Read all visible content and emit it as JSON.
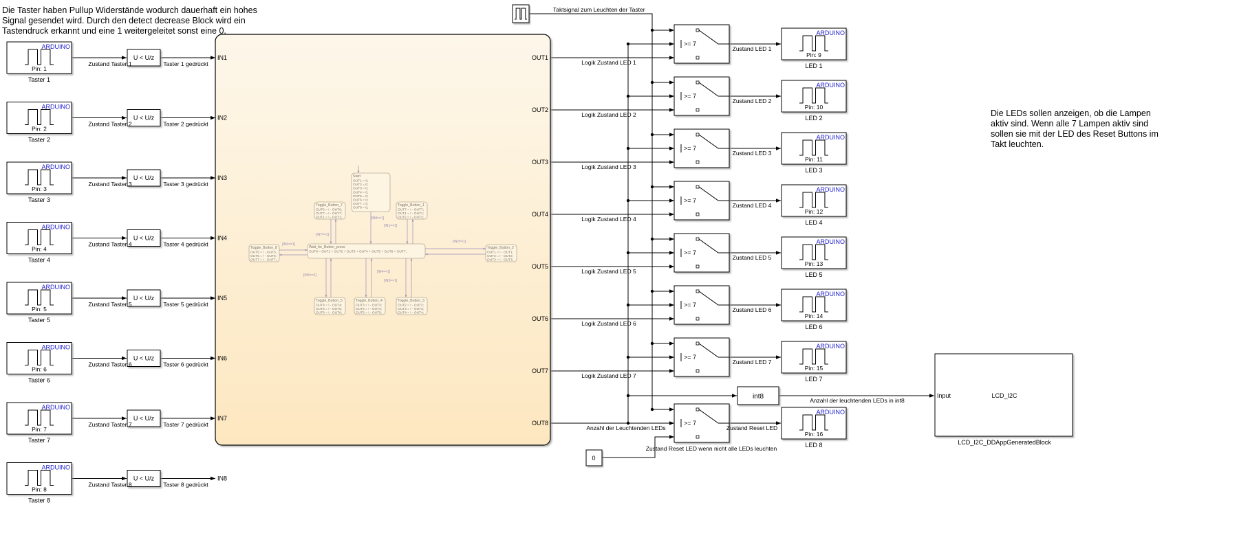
{
  "notes": {
    "top_left": [
      "Die Taster haben Pullup Widerstände wodurch dauerhaft ein hohes",
      "Signal gesendet wird. Durch den detect decrease Block wird ein",
      "Tastendruck erkannt und eine 1 weitergeleitet sonst eine 0."
    ],
    "right": [
      "Die LEDs sollen anzeigen, ob die Lampen",
      "aktiv sind. Wenn alle 7 Lampen aktiv sind",
      "sollen sie mit der LED des Reset Buttons im",
      "Takt leuchten."
    ]
  },
  "arduino_label": "ARDUINO",
  "buttons": [
    {
      "pin": "Pin: 1",
      "name": "Taster 1",
      "sig": "Zustand Taster 1",
      "cmp": "U < U/z",
      "out": "Taster 1 gedrückt",
      "port": "IN1"
    },
    {
      "pin": "Pin: 2",
      "name": "Taster 2",
      "sig": "Zustand Taster 2",
      "cmp": "U < U/z",
      "out": "Taster 2 gedrückt",
      "port": "IN2"
    },
    {
      "pin": "Pin: 3",
      "name": "Taster 3",
      "sig": "Zustand Taster 3",
      "cmp": "U < U/z",
      "out": "Taster 3 gedrückt",
      "port": "IN3"
    },
    {
      "pin": "Pin: 4",
      "name": "Taster 4",
      "sig": "Zustand Taster 4",
      "cmp": "U < U/z",
      "out": "Taster 4 gedrückt",
      "port": "IN4"
    },
    {
      "pin": "Pin: 5",
      "name": "Taster 5",
      "sig": "Zustand Taster 5",
      "cmp": "U < U/z",
      "out": "Taster 5 gedrückt",
      "port": "IN5"
    },
    {
      "pin": "Pin: 6",
      "name": "Taster 6",
      "sig": "Zustand Taster 6",
      "cmp": "U < U/z",
      "out": "Taster 6 gedrückt",
      "port": "IN6"
    },
    {
      "pin": "Pin: 7",
      "name": "Taster 7",
      "sig": "Zustand Taster 7",
      "cmp": "U < U/z",
      "out": "Taster 7 gedrückt",
      "port": "IN7"
    },
    {
      "pin": "Pin: 8",
      "name": "Taster 8",
      "sig": "Zustand Taster 8",
      "cmp": "U < U/z",
      "out": "Taster 8 gedrückt",
      "port": "IN8"
    }
  ],
  "outputs": [
    {
      "port": "OUT1",
      "logic": "Logik Zustand LED 1",
      "sw": "Zustand LED 1",
      "pin": "Pin: 9",
      "name": "LED 1"
    },
    {
      "port": "OUT2",
      "logic": "Logik Zustand LED 2",
      "sw": "Zustand LED 2",
      "pin": "Pin: 10",
      "name": "LED 2"
    },
    {
      "port": "OUT3",
      "logic": "Logik Zustand LED 3",
      "sw": "Zustand LED 3",
      "pin": "Pin: 11",
      "name": "LED 3"
    },
    {
      "port": "OUT4",
      "logic": "Logik Zustand LED 4",
      "sw": "Zustand LED 4",
      "pin": "Pin: 12",
      "name": "LED 4"
    },
    {
      "port": "OUT5",
      "logic": "Logik Zustand LED 5",
      "sw": "Zustand LED 5",
      "pin": "Pin: 13",
      "name": "LED 5"
    },
    {
      "port": "OUT6",
      "logic": "Logik Zustand LED 6",
      "sw": "Zustand LED 6",
      "pin": "Pin: 14",
      "name": "LED 6"
    },
    {
      "port": "OUT7",
      "logic": "Logik Zustand LED 7",
      "sw": "Zustand LED 7",
      "pin": "Pin: 15",
      "name": "LED 7"
    },
    {
      "port": "OUT8",
      "logic": "Anzahl der Leuchtenden LEDs",
      "sw": "Zustand Reset LED",
      "pin": "Pin: 16",
      "name": "LED 8"
    }
  ],
  "switch_threshold": ">= 7",
  "clock_label": "Taktsignal zum Leuchten der Taster",
  "convert": {
    "label": "int8",
    "signal": "Anzahl der leuchtenden LEDs in int8"
  },
  "lcd": {
    "port": "Input",
    "title": "LCD_I2C",
    "name": "LCD_I2C_DDAppGeneratedBlock"
  },
  "constant": {
    "value": "0",
    "signal": "Zustand Reset LED wenn nicht alle LEDs leuchten"
  },
  "chart": {
    "start": {
      "title": "Start",
      "lines": [
        "OUT1 = 0;",
        "OUT2 = 0;",
        "OUT3 = 0;",
        "OUT4 = 0;",
        "OUT5 = 0;",
        "OUT6 = 0;",
        "OUT7 = 0;",
        "OUT8 = 0;"
      ]
    },
    "wait": {
      "title": "Wait_for_Button_press",
      "lines": [
        "OUT8 = OUT1 + OUT2 + OUT3 + OUT4 + OUT5 + OUT6 + OUT7;"
      ]
    },
    "states": [
      {
        "title": "Toggle_Button_7",
        "lines": [
          "OUT6 = ! - OUT6;",
          "OUT7 = ! - OUT7;",
          "OUT1 = ! - OUT1;"
        ]
      },
      {
        "title": "Toggle_Button_1",
        "lines": [
          "OUT7 = ! - OUT7;",
          "OUT1 = ! - OUT1;",
          "OUT2 = ! - OUT2;"
        ]
      },
      {
        "title": "Toggle_Button_8",
        "lines": [
          "OUT5 = ! - OUT5;",
          "OUT6 = ! - OUT6;",
          "OUT7 = ! - OUT7;"
        ]
      },
      {
        "title": "Toggle_Button_2",
        "lines": [
          "OUT1 = ! - OUT1;",
          "OUT2 = ! - OUT2;",
          "OUT3 = ! - OUT3;"
        ]
      },
      {
        "title": "Toggle_Button_5",
        "lines": [
          "OUT4 = ! - OUT4;",
          "OUT5 = ! - OUT5;",
          "OUT6 = ! - OUT6;"
        ]
      },
      {
        "title": "Toggle_Button_4",
        "lines": [
          "OUT3 = ! - OUT3;",
          "OUT4 = ! - OUT4;",
          "OUT5 = ! - OUT5;"
        ]
      },
      {
        "title": "Toggle_Button_3",
        "lines": [
          "OUT2 = ! - OUT2;",
          "OUT3 = ! - OUT3;",
          "OUT4 = ! - OUT4;"
        ]
      }
    ],
    "guards": [
      "[IN7==1]",
      "[IN8==1]",
      "[IN1==1]",
      "[IN6==1]",
      "[IN2==1]",
      "[IN5==1]",
      "[IN4==1]",
      "[IN3==1]"
    ]
  }
}
